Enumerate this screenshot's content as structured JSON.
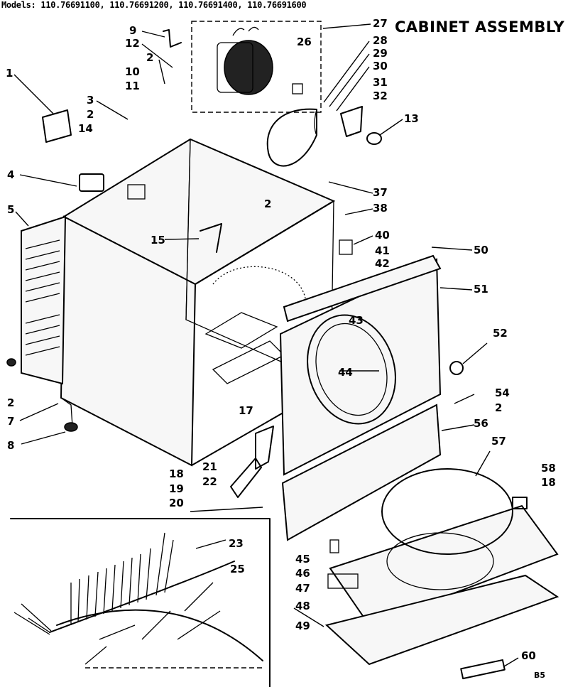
{
  "header": {
    "models": "Models: 110.76691100, 110.76691200, 110.76691400, 110.76691600",
    "title": "CABINET ASSEMBLY",
    "page_code": "B5"
  },
  "callouts": [
    "1",
    "2",
    "2",
    "2",
    "2",
    "2",
    "2",
    "3",
    "4",
    "5",
    "7",
    "8",
    "9",
    "10",
    "11",
    "12",
    "13",
    "14",
    "15",
    "17",
    "18",
    "18",
    "19",
    "20",
    "21",
    "22",
    "23",
    "25",
    "26",
    "27",
    "28",
    "29",
    "30",
    "31",
    "32",
    "37",
    "38",
    "40",
    "41",
    "42",
    "43",
    "44",
    "45",
    "46",
    "47",
    "48",
    "49",
    "50",
    "51",
    "52",
    "54",
    "56",
    "57",
    "58",
    "60"
  ]
}
